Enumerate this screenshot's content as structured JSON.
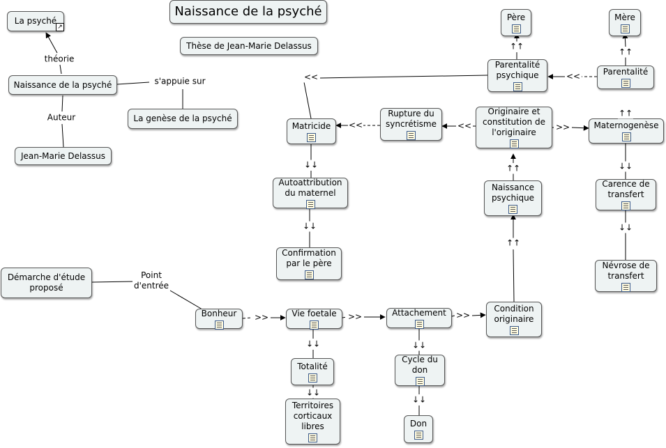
{
  "title": "Naissance de la psyché",
  "subtitle": "Thèse de Jean-Marie Delassus",
  "nodes": {
    "la_psyche": "La psyché",
    "naissance": "Naissance de la psyché",
    "genese": "La genèse de la psyché",
    "auteur_nom": "Jean-Marie Delassus",
    "demarche": "Démarche d'étude\nproposé",
    "bonheur": "Bonheur",
    "vie_foetale": "Vie foetale",
    "totalite": "Totalité",
    "territoires": "Territoires\ncorticaux\nlibres",
    "attachement": "Attachement",
    "cycle_don": "Cycle du\ndon",
    "don": "Don",
    "condition": "Condition\noriginaire",
    "naissance_psychique": "Naissance\npsychique",
    "originaire": "Originaire et\nconstitution de\nl'originaire",
    "rupture": "Rupture du\nsyncrétisme",
    "matricide": "Matricide",
    "autoattribution": "Autoattribution\ndu maternel",
    "confirmation": "Confirmation\npar le père",
    "pere": "Père",
    "mere": "Mère",
    "parentalite_psy": "Parentalité\npsychique",
    "parentalite": "Parentalité",
    "maternogenese": "Maternogenèse",
    "carence": "Carence de\ntransfert",
    "nevrose": "Névrose de\ntransfert"
  },
  "labels": {
    "theorie": "théorie",
    "appuie": "s'appuie sur",
    "auteur": "Auteur",
    "point_entree": "Point\nd'entrée",
    "forward": ">>",
    "backward": "<<",
    "down": "↓↓",
    "up": "↑↑"
  },
  "icons": {
    "resource": "document-icon",
    "link": "shortcut-arrow-icon"
  }
}
